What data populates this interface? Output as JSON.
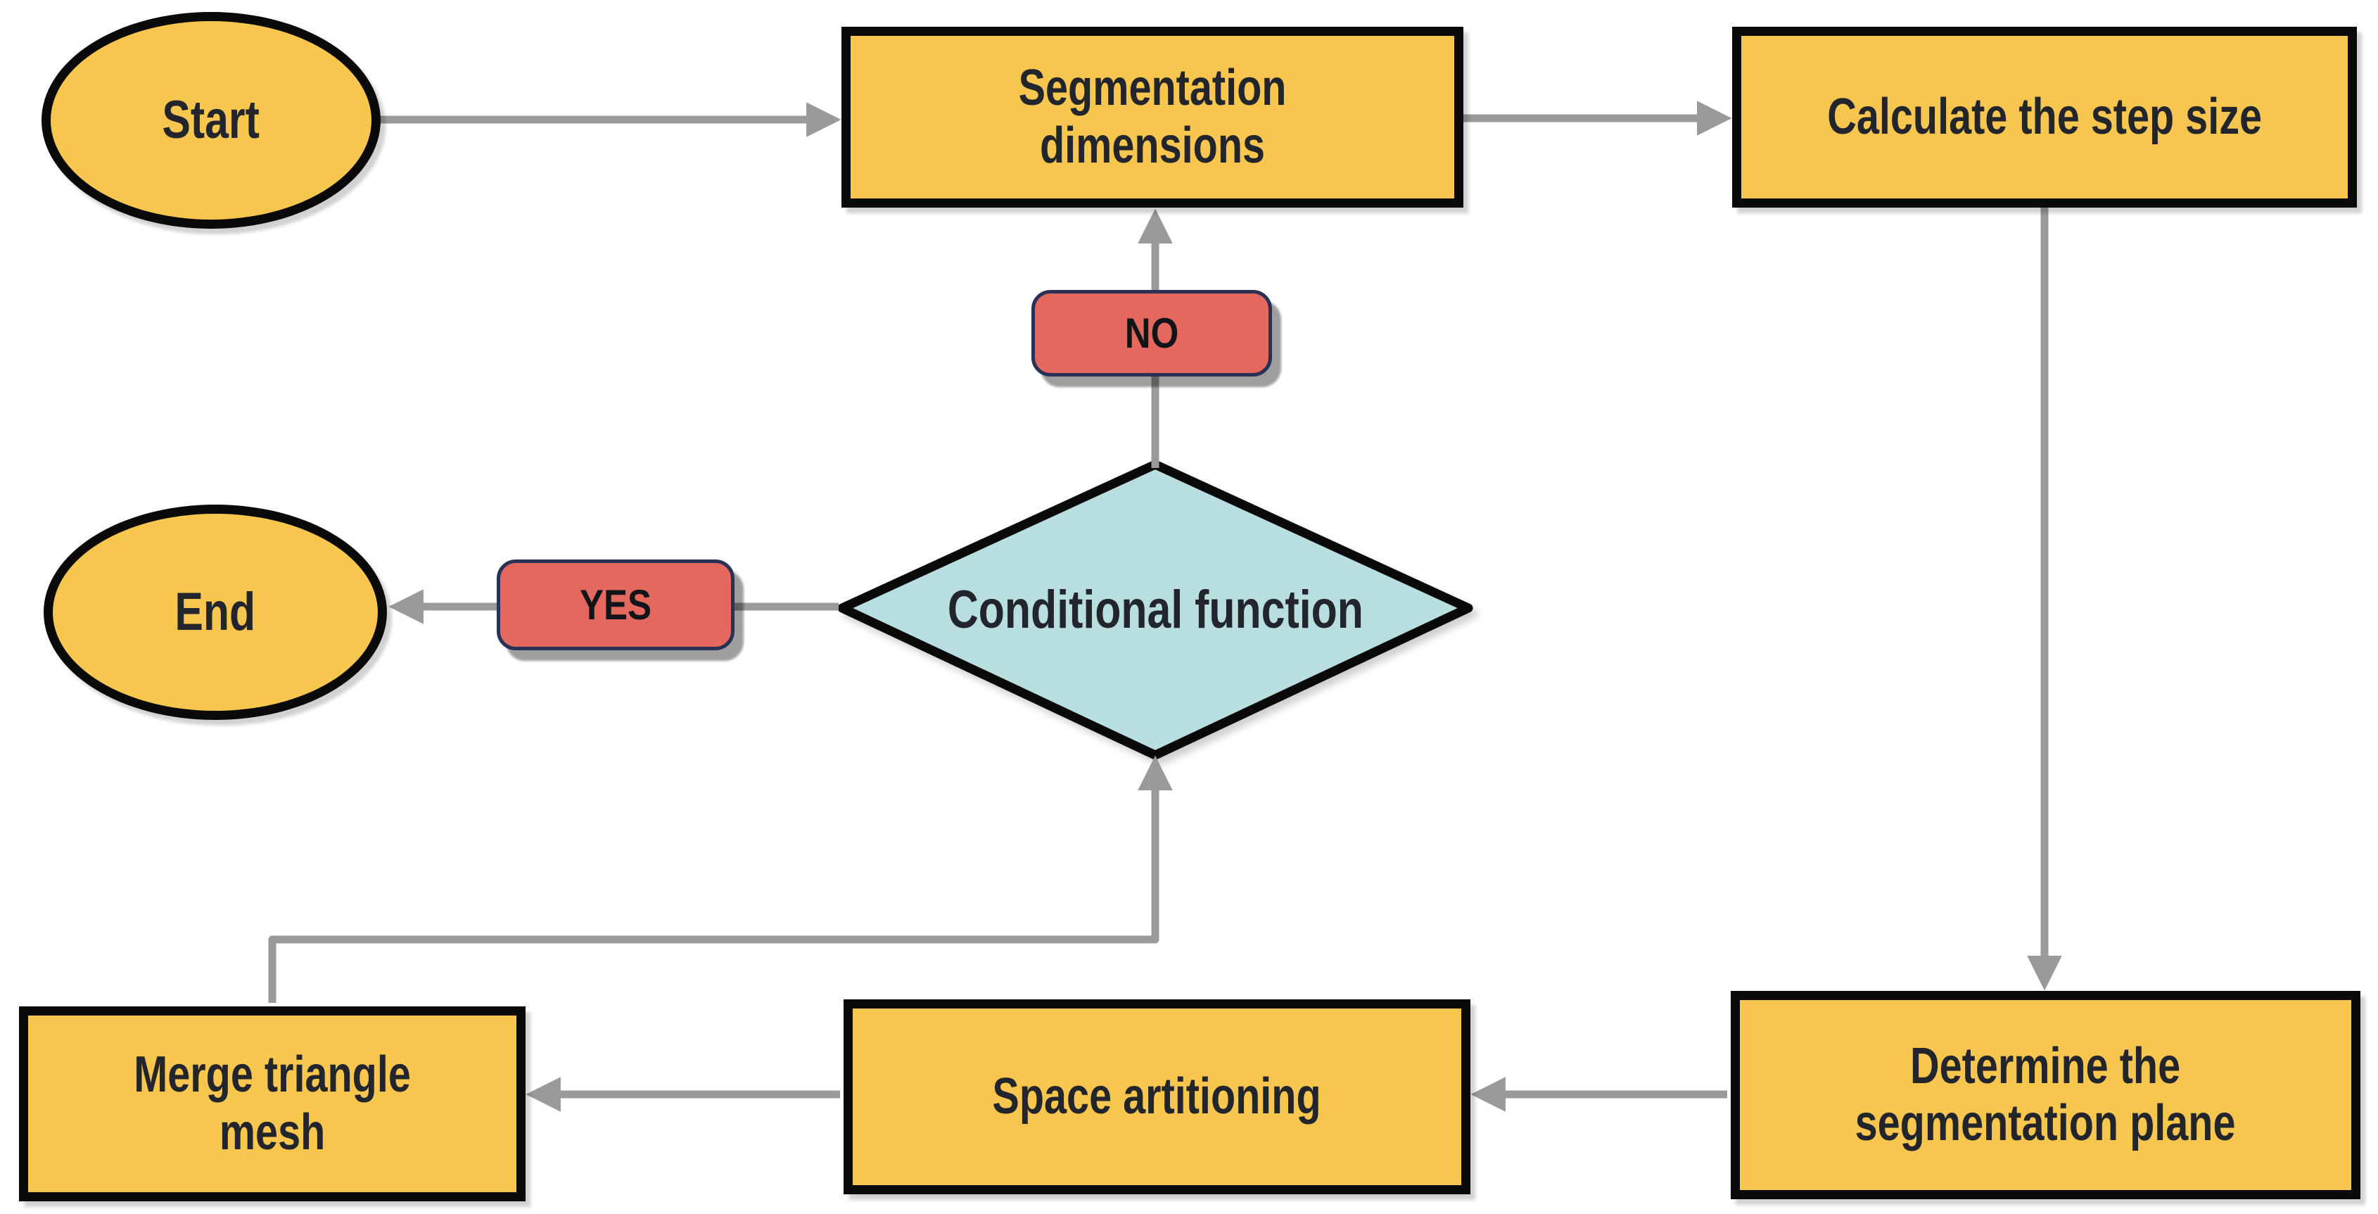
{
  "nodes": {
    "start": {
      "label": "Start",
      "shape": "ellipse"
    },
    "segmentation": {
      "label": "Segmentation\ndimensions",
      "shape": "rectangle"
    },
    "calculate": {
      "label": "Calculate the step size",
      "shape": "rectangle"
    },
    "conditional": {
      "label": "Conditional function",
      "shape": "diamond"
    },
    "end": {
      "label": "End",
      "shape": "ellipse"
    },
    "merge": {
      "label": "Merge triangle\nmesh",
      "shape": "rectangle"
    },
    "space": {
      "label": "Space artitioning",
      "shape": "rectangle"
    },
    "determine": {
      "label": "Determine the\nsegmentation plane",
      "shape": "rectangle"
    }
  },
  "badges": {
    "no": {
      "label": "NO"
    },
    "yes": {
      "label": "YES"
    }
  },
  "edges": [
    {
      "from": "start",
      "to": "segmentation"
    },
    {
      "from": "segmentation",
      "to": "calculate"
    },
    {
      "from": "calculate",
      "to": "determine"
    },
    {
      "from": "determine",
      "to": "space"
    },
    {
      "from": "space",
      "to": "merge"
    },
    {
      "from": "merge",
      "to": "conditional"
    },
    {
      "from": "conditional",
      "to": "segmentation",
      "label": "NO"
    },
    {
      "from": "conditional",
      "to": "end",
      "label": "YES"
    }
  ],
  "colors": {
    "node_fill": "#f7c64f",
    "diamond_fill": "#b8dee0",
    "badge_fill": "#e4685e",
    "badge_border": "#2a3157",
    "connector": "#9a9a9a",
    "shape_border": "#0a0a0a",
    "text": "#22262c"
  }
}
